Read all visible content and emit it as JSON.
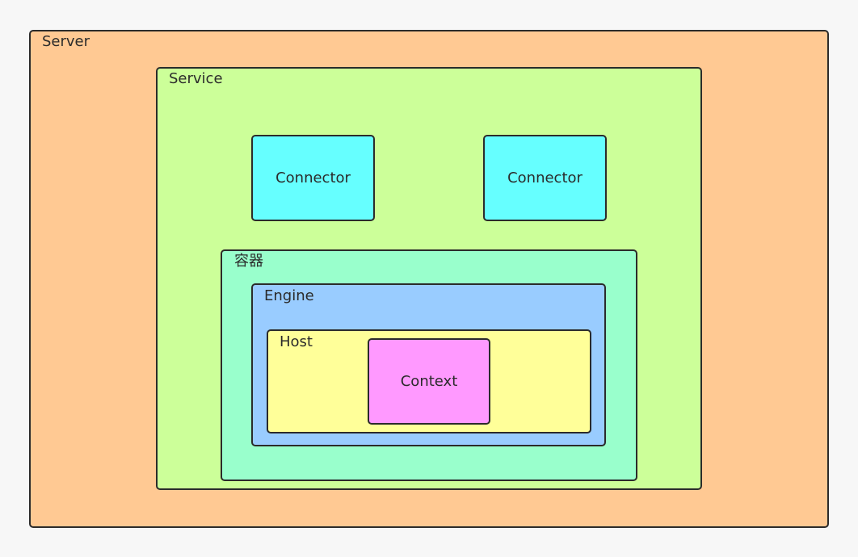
{
  "diagram": {
    "server": {
      "label": "Server",
      "color": "#ffc993"
    },
    "service": {
      "label": "Service",
      "color": "#ccff99"
    },
    "connectors": [
      {
        "label": "Connector",
        "color": "#66ffff"
      },
      {
        "label": "Connector",
        "color": "#66ffff"
      }
    ],
    "container": {
      "label": "容器",
      "color": "#99ffcc"
    },
    "engine": {
      "label": "Engine",
      "color": "#99ccff"
    },
    "host": {
      "label": "Host",
      "color": "#ffff99"
    },
    "context": {
      "label": "Context",
      "color": "#ff99ff"
    }
  }
}
